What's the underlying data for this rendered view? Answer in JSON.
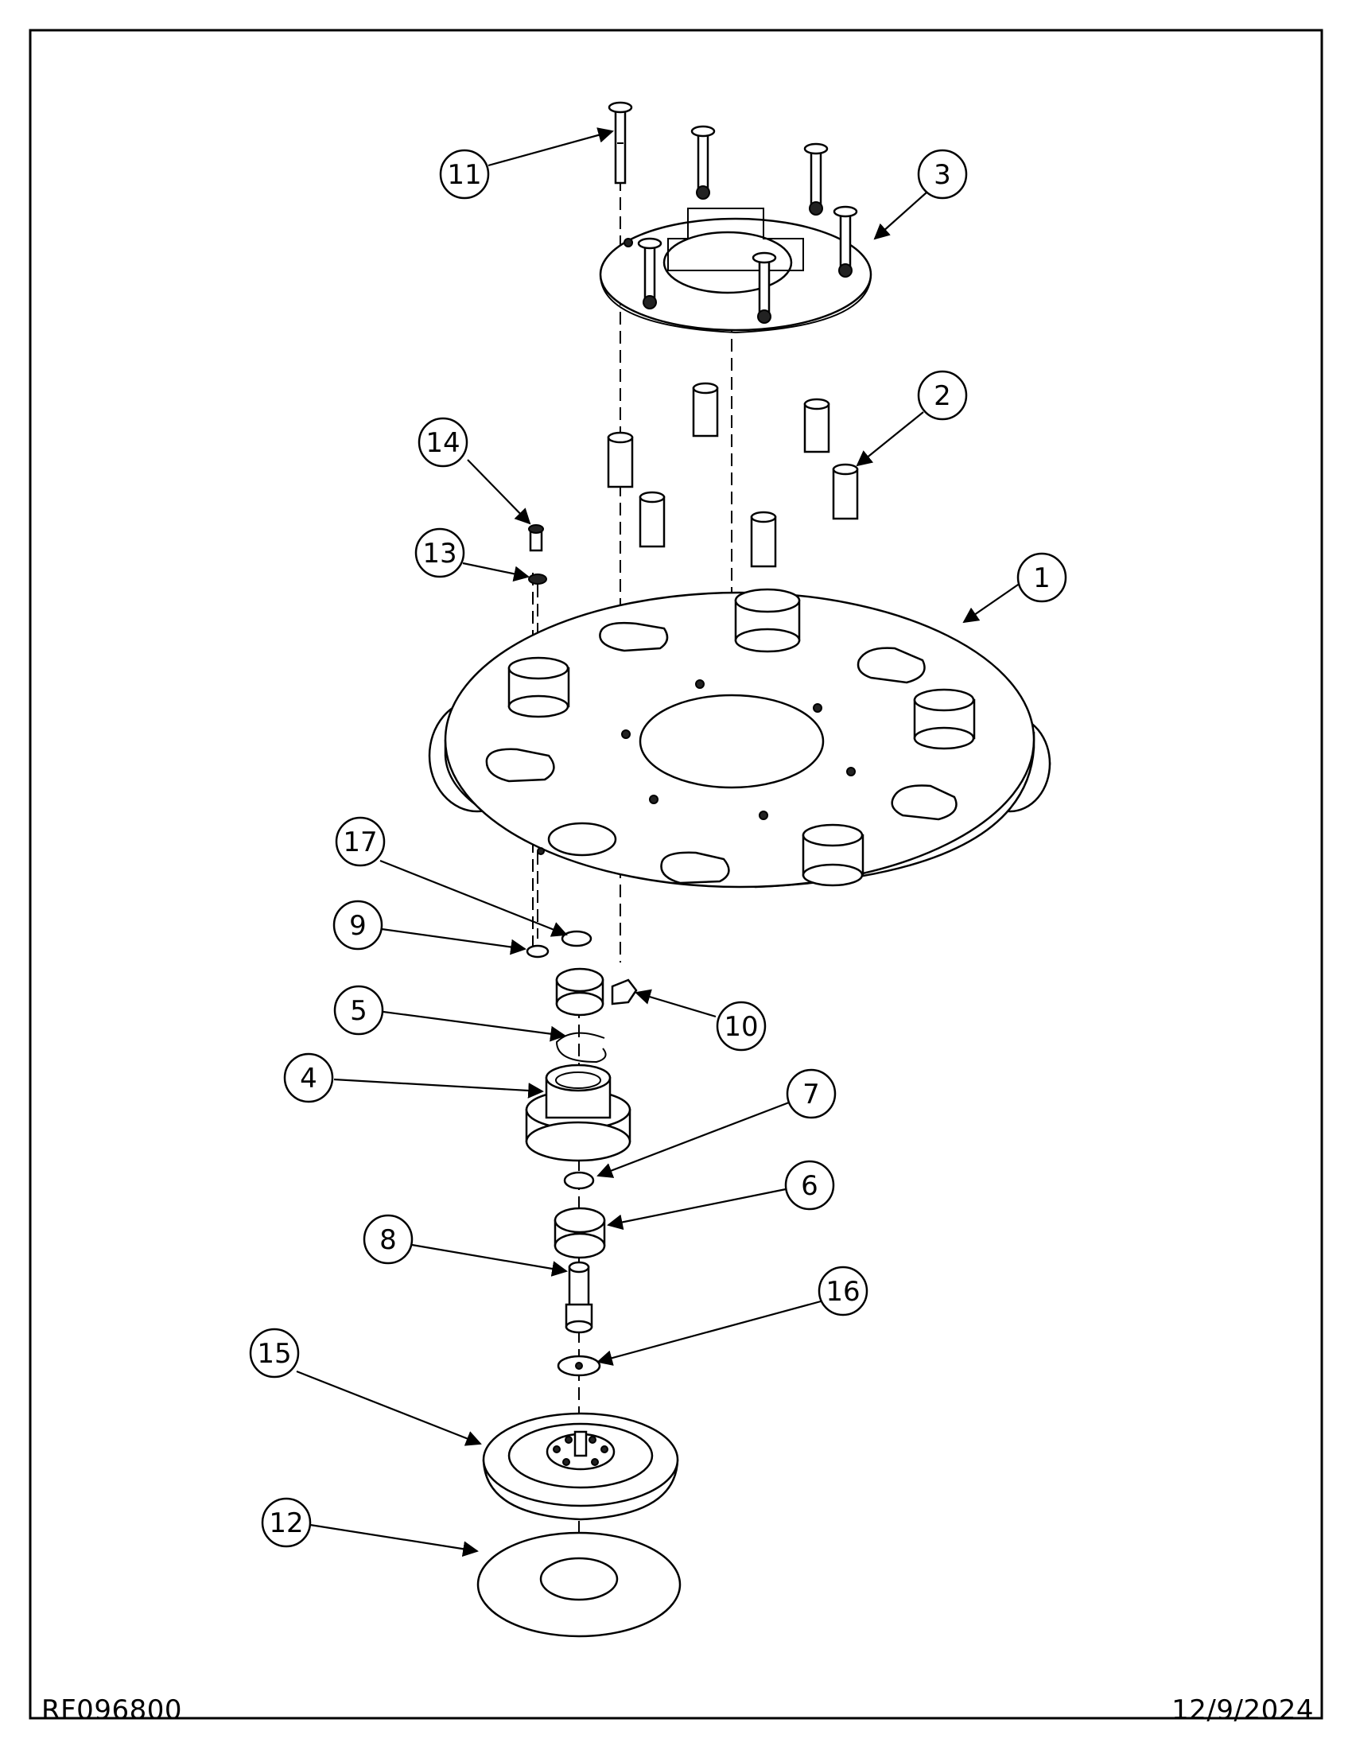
{
  "drawing": {
    "part_number": "RF096800",
    "date": "12/9/2024"
  },
  "callouts": [
    "1",
    "2",
    "3",
    "4",
    "5",
    "6",
    "7",
    "8",
    "9",
    "10",
    "11",
    "12",
    "13",
    "14",
    "15",
    "16",
    "17"
  ]
}
